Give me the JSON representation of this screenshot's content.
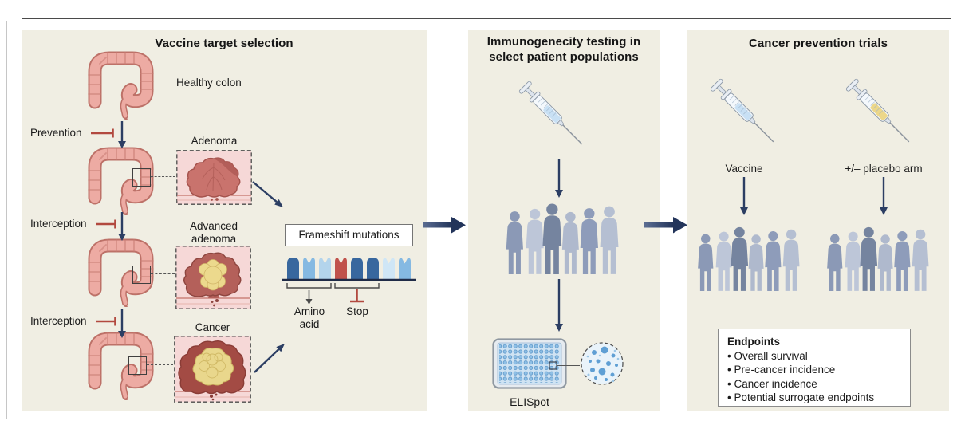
{
  "colors": {
    "panel_bg": "#f0eee3",
    "navy_arrow": "#2c3e63",
    "red_inhibit": "#b2493f",
    "vaccine_fluid": "#c8e0f4",
    "placebo_fluid": "#ecd78a",
    "colon_pink": "#edaba3",
    "colon_outline": "#bd7168",
    "crowd_palette": [
      "#8b99b6",
      "#bdc6d8",
      "#75849f",
      "#afb9cd",
      "#8e9cba",
      "#b5bfd2"
    ],
    "bar_tones": {
      "dark": "#38679e",
      "medium": "#85b9e2",
      "light": "#b3d4ec",
      "pale": "#cfe6f6",
      "red": "#c0524b"
    }
  },
  "left_panel": {
    "title": "Vaccine target selection",
    "healthy_colon_label": "Healthy colon",
    "prevention_label": "Prevention",
    "interception_label_1": "Interception",
    "interception_label_2": "Interception",
    "adenoma_label": "Adenoma",
    "advanced_adenoma_label": [
      "Advanced",
      "adenoma"
    ],
    "cancer_label": "Cancer",
    "frameshift": {
      "box_label": "Frameshift mutations",
      "amino_acid_label": [
        "Amino",
        "acid"
      ],
      "stop_label": "Stop",
      "blocks": [
        {
          "tone": "dark",
          "shape": "dome"
        },
        {
          "tone": "medium",
          "shape": "notch"
        },
        {
          "tone": "light",
          "shape": "notch"
        },
        {
          "tone": "red",
          "shape": "notch"
        },
        {
          "tone": "dark",
          "shape": "dome"
        },
        {
          "tone": "dark",
          "shape": "dome"
        },
        {
          "tone": "pale",
          "shape": "notch"
        },
        {
          "tone": "medium",
          "shape": "notch"
        }
      ]
    }
  },
  "middle_panel": {
    "title": [
      "Immunogenecity testing in",
      "select patient populations"
    ],
    "elispot_label": "ELISpot"
  },
  "right_panel": {
    "title": "Cancer prevention trials",
    "vaccine_label": "Vaccine",
    "placebo_label": "+/– placebo arm",
    "endpoints": {
      "title": "Endpoints",
      "bullet": "•",
      "items": [
        "Overall survival",
        "Pre-cancer incidence",
        "Cancer incidence",
        "Potential surrogate endpoints"
      ]
    }
  },
  "icons": [
    "colon-icon",
    "adenoma-illustration",
    "syringe-icon",
    "people-crowd-icon",
    "elispot-plate-icon",
    "magnified-well-icon",
    "right-flow-arrow-icon",
    "down-arrow-icon",
    "inhibition-bar-icon"
  ]
}
